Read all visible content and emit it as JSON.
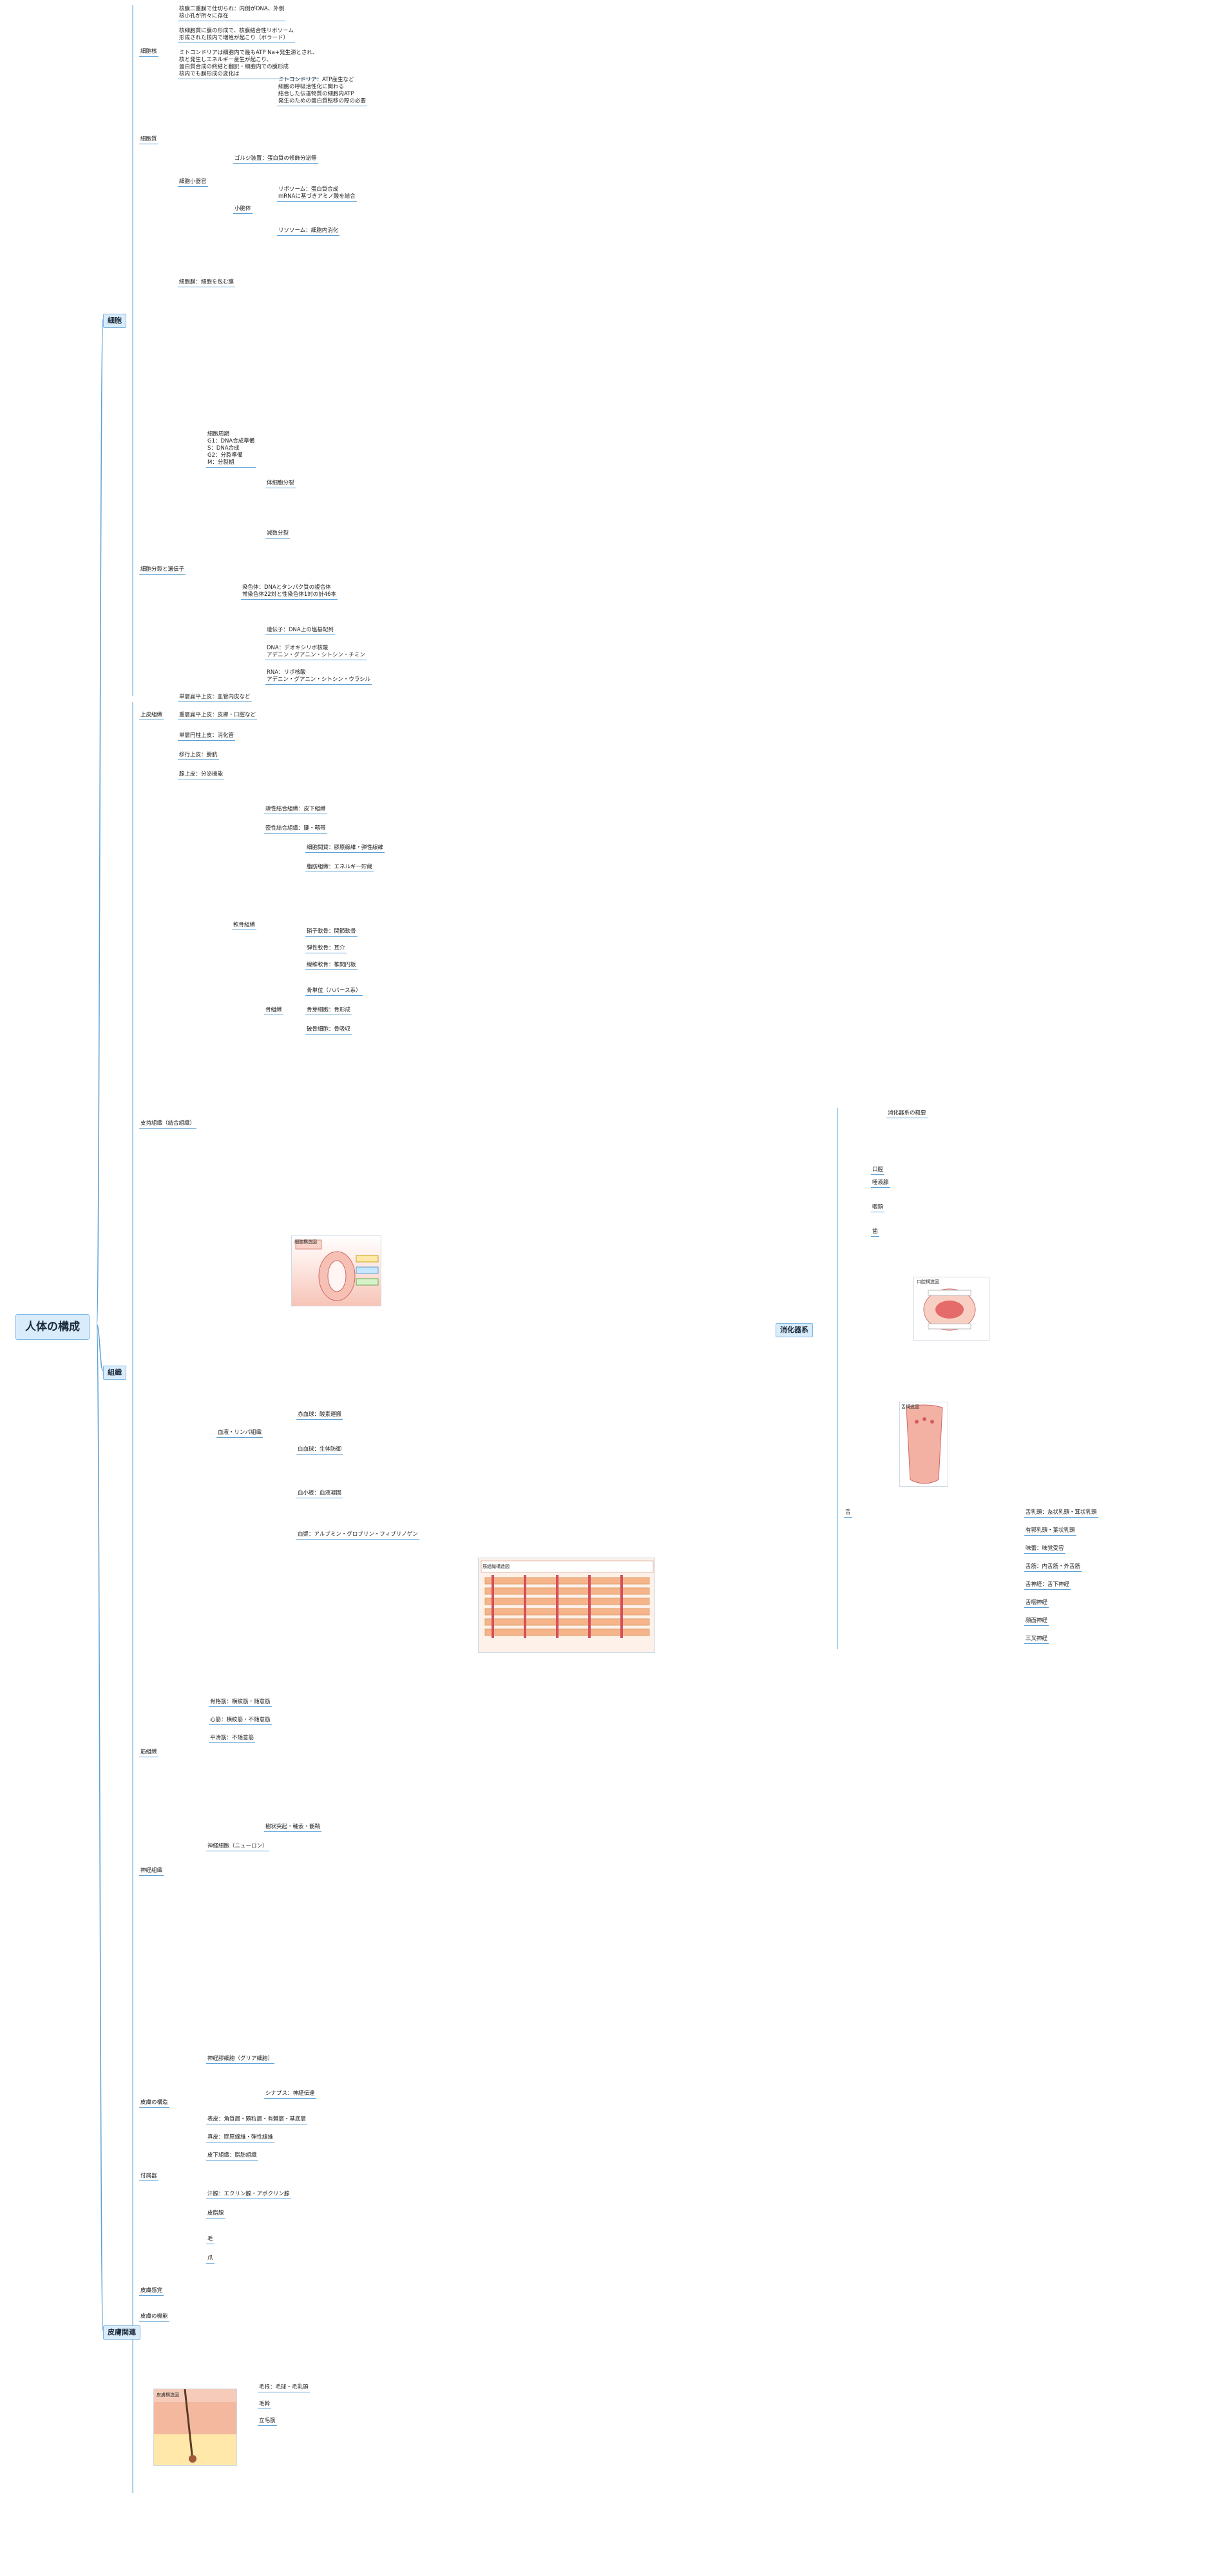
{
  "root": {
    "label": "人体の構成"
  },
  "branches": {
    "cell": "細胞",
    "tissue": "組織",
    "skin": "皮膚関連",
    "digestive": "消化器系"
  },
  "nodes": [
    {
      "id": "n1",
      "text": "核膜二重膜で仕切られ：内側がDNA、外側\n核小孔が所々に存在"
    },
    {
      "id": "n2",
      "text": "核細胞質に膜の形成で、核膜結合性リボソーム\n形成された核内で増殖が起こり（ボラード）"
    },
    {
      "id": "n3",
      "text": "ミトコンドリアは細胞内で最もATP Na+発生源とされ、\n核と発生しエネルギー産生が起こり、\n蛋白質合成の終結と翻訳・細胞内での膜形成\n核内でも膜形成の変化は"
    },
    {
      "id": "c_nucleus",
      "text": "細胞核"
    },
    {
      "id": "c_mito",
      "text": "ミトコンドリア：ATP産生など\n細胞の呼吸活性化に関わる\n結合した伝達物質の細胞内ATP\n発生のための蛋白質転移の際の必要"
    },
    {
      "id": "c_golgi",
      "text": "ゴルジ装置：蛋白質の修飾分泌等"
    },
    {
      "id": "c_ribo",
      "text": "リボソーム：蛋白質合成\nmRNAに基づきアミノ酸を結合"
    },
    {
      "id": "c_er",
      "text": "小胞体"
    },
    {
      "id": "c_lyso",
      "text": "リソソーム：細胞内消化"
    },
    {
      "id": "c_organelle",
      "text": "細胞小器官"
    },
    {
      "id": "c_body",
      "text": "細胞質"
    },
    {
      "id": "c_membrane",
      "text": "細胞膜：細胞を包む膜"
    },
    {
      "id": "c_division",
      "text": "細胞分裂と遺伝子"
    },
    {
      "id": "c_cycle",
      "text": "細胞周期\nG1：DNA合成準備\nS：DNA合成\nG2：分裂準備\nM：分裂期"
    },
    {
      "id": "c_mitosis",
      "text": "体細胞分裂"
    },
    {
      "id": "c_meiosis",
      "text": "減数分裂"
    },
    {
      "id": "c_chromo",
      "text": "染色体：DNAとタンパク質の複合体\n常染色体22対と性染色体1対の計46本"
    },
    {
      "id": "c_gene",
      "text": "遺伝子：DNA上の塩基配列"
    },
    {
      "id": "c_dna",
      "text": "DNA：デオキシリボ核酸\nアデニン・グアニン・シトシン・チミン"
    },
    {
      "id": "c_rna",
      "text": "RNA：リボ核酸\nアデニン・グアニン・シトシン・ウラシル"
    },
    {
      "id": "t_epi",
      "text": "上皮組織"
    },
    {
      "id": "t_conn",
      "text": "支持組織（結合組織）"
    },
    {
      "id": "t_muscle",
      "text": "筋組織"
    },
    {
      "id": "t_nerve",
      "text": "神経組織"
    },
    {
      "id": "t_blood",
      "text": "血液・リンパ組織"
    },
    {
      "id": "t_bone",
      "text": "骨組織"
    },
    {
      "id": "t_cart",
      "text": "軟骨組織"
    },
    {
      "id": "t_epi1",
      "text": "単層扁平上皮：血管内皮など"
    },
    {
      "id": "t_epi2",
      "text": "重層扁平上皮：皮膚・口腔など"
    },
    {
      "id": "t_epi3",
      "text": "単層円柱上皮：消化管"
    },
    {
      "id": "t_epi4",
      "text": "移行上皮：膀胱"
    },
    {
      "id": "t_epi5",
      "text": "腺上皮：分泌機能"
    },
    {
      "id": "t_conn1",
      "text": "疎性結合組織：皮下組織"
    },
    {
      "id": "t_conn2",
      "text": "密性結合組織：腱・靱帯"
    },
    {
      "id": "t_conn3",
      "text": "細胞間質：膠原線維・弾性線維"
    },
    {
      "id": "t_conn4",
      "text": "脂肪組織：エネルギー貯蔵"
    },
    {
      "id": "t_bone1",
      "text": "骨単位（ハバース系）"
    },
    {
      "id": "t_bone2",
      "text": "骨芽細胞：骨形成"
    },
    {
      "id": "t_bone3",
      "text": "破骨細胞：骨吸収"
    },
    {
      "id": "t_cart1",
      "text": "硝子軟骨：関節軟骨"
    },
    {
      "id": "t_cart2",
      "text": "弾性軟骨：耳介"
    },
    {
      "id": "t_cart3",
      "text": "線維軟骨：椎間円板"
    },
    {
      "id": "t_blood1",
      "text": "赤血球：酸素運搬"
    },
    {
      "id": "t_blood2",
      "text": "白血球：生体防御"
    },
    {
      "id": "t_blood3",
      "text": "血小板：血液凝固"
    },
    {
      "id": "t_blood4",
      "text": "血漿：アルブミン・グロブリン・フィブリノゲン"
    },
    {
      "id": "t_muscle1",
      "text": "骨格筋：横紋筋・随意筋"
    },
    {
      "id": "t_muscle2",
      "text": "心筋：横紋筋・不随意筋"
    },
    {
      "id": "t_muscle3",
      "text": "平滑筋：不随意筋"
    },
    {
      "id": "t_nerve1",
      "text": "神経細胞（ニューロン）"
    },
    {
      "id": "t_nerve2",
      "text": "神経膠細胞（グリア細胞）"
    },
    {
      "id": "t_nerve3",
      "text": "樹状突起・軸索・髄鞘"
    },
    {
      "id": "t_nerve4",
      "text": "シナプス：神経伝達"
    },
    {
      "id": "s_structure",
      "text": "皮膚の構造"
    },
    {
      "id": "s_epi",
      "text": "表皮：角質層・顆粒層・有棘層・基底層"
    },
    {
      "id": "s_dermis",
      "text": "真皮：膠原線維・弾性線維"
    },
    {
      "id": "s_sub",
      "text": "皮下組織：脂肪組織"
    },
    {
      "id": "s_append",
      "text": "付属器"
    },
    {
      "id": "s_sweat",
      "text": "汗腺：エクリン腺・アポクリン腺"
    },
    {
      "id": "s_sebum",
      "text": "皮脂腺"
    },
    {
      "id": "s_hair",
      "text": "毛"
    },
    {
      "id": "s_nail",
      "text": "爪"
    },
    {
      "id": "s_sense",
      "text": "皮膚感覚"
    },
    {
      "id": "s_func",
      "text": "皮膚の機能"
    },
    {
      "id": "s_hair1",
      "text": "毛根：毛球・毛乳頭"
    },
    {
      "id": "s_hair2",
      "text": "毛幹"
    },
    {
      "id": "s_hair3",
      "text": "立毛筋"
    },
    {
      "id": "d_overview",
      "text": "消化器系の概要"
    },
    {
      "id": "d_mouth",
      "text": "口腔"
    },
    {
      "id": "d_teeth",
      "text": "歯"
    },
    {
      "id": "d_tongue",
      "text": "舌"
    },
    {
      "id": "d_salivary",
      "text": "唾液腺"
    },
    {
      "id": "d_pharynx",
      "text": "咽頭"
    },
    {
      "id": "d_tongue1",
      "text": "舌乳頭：糸状乳頭・茸状乳頭"
    },
    {
      "id": "d_tongue2",
      "text": "有郭乳頭・葉状乳頭"
    },
    {
      "id": "d_tongue3",
      "text": "味蕾：味覚受容"
    },
    {
      "id": "d_tongue4",
      "text": "舌筋：内舌筋・外舌筋"
    },
    {
      "id": "d_tongue5",
      "text": "舌神経：舌下神経"
    },
    {
      "id": "d_tongue6",
      "text": "舌咽神経"
    },
    {
      "id": "d_tongue7",
      "text": "顔面神経"
    },
    {
      "id": "d_tongue8",
      "text": "三叉神経"
    }
  ],
  "images": {
    "cell_diagram": "細胞構造図",
    "muscle_diagram": "筋組織構造図",
    "skin_diagram": "皮膚構造図",
    "mouth_diagram": "口腔構造図",
    "tongue_diagram": "舌構造図"
  },
  "colors": {
    "line": "#5aa0d6",
    "main_fill": "#d9ecfb",
    "main_border": "#7fb6e3"
  }
}
